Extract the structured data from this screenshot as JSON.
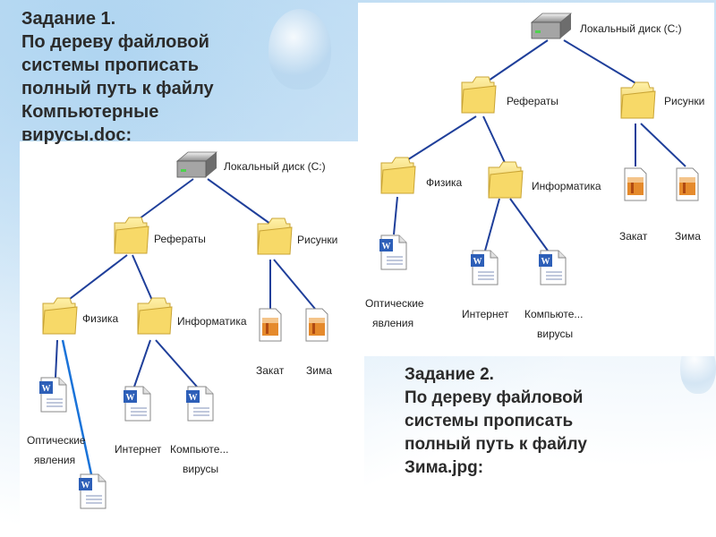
{
  "task1": {
    "lines": [
      "Задание 1.",
      "По дереву файловой",
      "системы  прописать",
      "полный путь к файлу",
      "Компьютерные",
      "вирусы.doc:"
    ]
  },
  "task2": {
    "lines": [
      "Задание 2.",
      "По дереву файловой",
      "системы  прописать",
      "полный путь к файлу",
      "Зима.jpg:"
    ]
  },
  "tree": {
    "root": "Локальный диск (C:)",
    "referaty": "Рефераты",
    "risunki": "Рисунки",
    "fizika": "Физика",
    "informatika": "Информатика",
    "opt1": "Оптические",
    "opt2": "явления",
    "internet": "Интернет",
    "komp1": "Компьюте...",
    "komp2": "вирусы",
    "zakat": "Закат",
    "zima": "Зима"
  },
  "colors": {
    "edge": "#1f3f9a",
    "highlight_edge": "#1a73d9",
    "folder": "#f4d66a"
  }
}
